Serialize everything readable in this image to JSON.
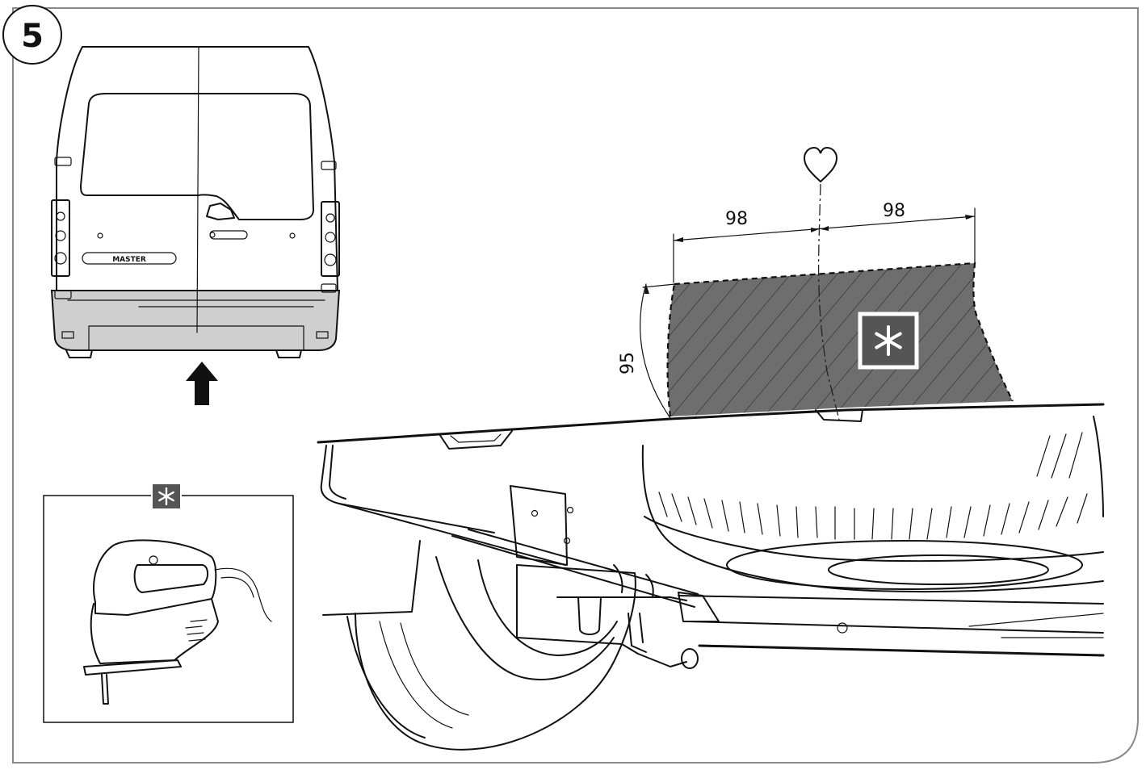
{
  "step": {
    "number": "5"
  },
  "van": {
    "badge": "MASTER"
  },
  "dimensions": {
    "left_width": "98",
    "right_width": "98",
    "height": "95"
  },
  "colors": {
    "line": "#111111",
    "cut_area": "#6e6e6e",
    "frame": "#8a8a8a",
    "symbol_bg": "#555555"
  },
  "icons": {
    "center_marker": "heart-outline-icon",
    "cut_symbol": "asterisk-icon",
    "direction": "arrow-up-icon",
    "tool": "jigsaw-icon"
  }
}
